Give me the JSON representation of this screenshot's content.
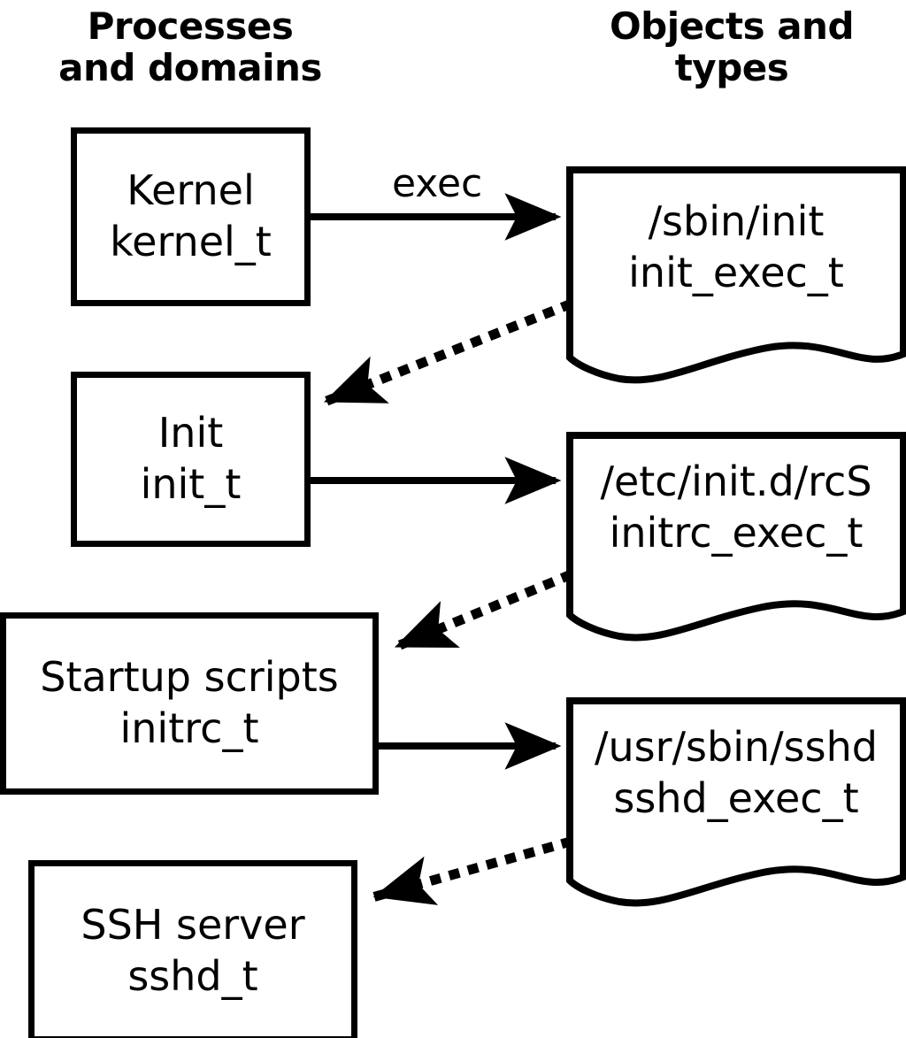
{
  "diagram": {
    "title_left": "Processes\nand domains",
    "title_right": "Objects and\ntypes",
    "stroke_color": "#000000",
    "background_color": "#ffffff",
    "processes": [
      {
        "id": "kernel",
        "line1": "Kernel",
        "line2": "kernel_t"
      },
      {
        "id": "init",
        "line1": "Init",
        "line2": "init_t"
      },
      {
        "id": "initrc",
        "line1": "Startup scripts",
        "line2": "initrc_t"
      },
      {
        "id": "sshd",
        "line1": "SSH server",
        "line2": "sshd_t"
      }
    ],
    "objects": [
      {
        "id": "init-exec",
        "line1": "/sbin/init",
        "line2": "init_exec_t"
      },
      {
        "id": "initrc-exec",
        "line1": "/etc/init.d/rcS",
        "line2": "initrc_exec_t"
      },
      {
        "id": "sshd-exec",
        "line1": "/usr/sbin/sshd",
        "line2": "sshd_exec_t"
      }
    ],
    "edges": [
      {
        "id": "kernel-exec-init",
        "from": "kernel",
        "to": "init-exec",
        "style": "solid",
        "label": "exec"
      },
      {
        "id": "init-exec-to-init",
        "from": "init-exec",
        "to": "init",
        "style": "dotted",
        "label": ""
      },
      {
        "id": "init-exec-initrc",
        "from": "init",
        "to": "initrc-exec",
        "style": "solid",
        "label": ""
      },
      {
        "id": "initrc-exec-to-initrc",
        "from": "initrc-exec",
        "to": "initrc",
        "style": "dotted",
        "label": ""
      },
      {
        "id": "initrc-exec-sshd",
        "from": "initrc",
        "to": "sshd-exec",
        "style": "solid",
        "label": ""
      },
      {
        "id": "sshd-exec-to-sshd",
        "from": "sshd-exec",
        "to": "sshd",
        "style": "dotted",
        "label": ""
      }
    ]
  }
}
